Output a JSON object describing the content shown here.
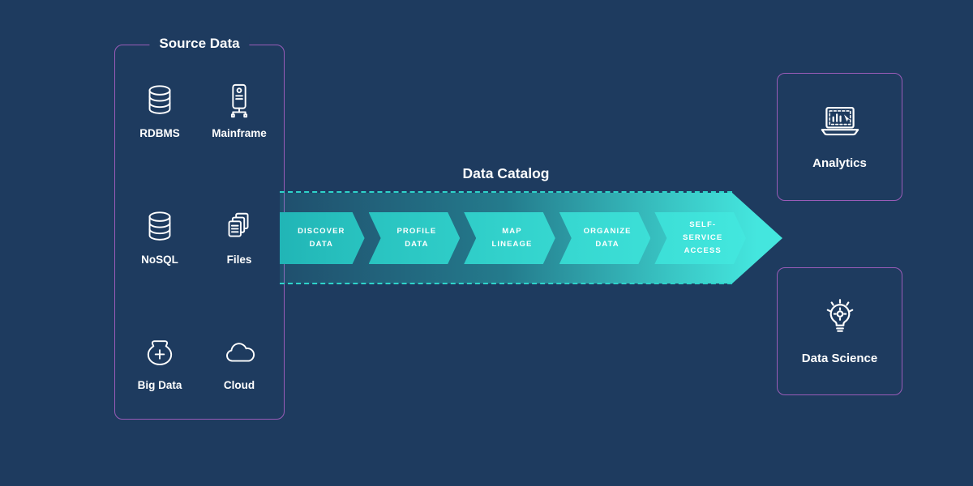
{
  "colors": {
    "background": "#1e3b5f",
    "panel_border": "#9a5cb8",
    "teal_accent": "#2ed3ca",
    "arrow_gradient_start": "#21b5b6",
    "arrow_gradient_end": "#44e6de",
    "text": "#ffffff"
  },
  "source": {
    "title": "Source Data",
    "items": [
      {
        "label": "RDBMS",
        "icon": "database-icon"
      },
      {
        "label": "Mainframe",
        "icon": "mainframe-icon"
      },
      {
        "label": "NoSQL",
        "icon": "database-icon"
      },
      {
        "label": "Files",
        "icon": "files-icon"
      },
      {
        "label": "Big Data",
        "icon": "big-data-icon"
      },
      {
        "label": "Cloud",
        "icon": "cloud-icon"
      }
    ]
  },
  "catalog": {
    "title": "Data Catalog",
    "steps": [
      {
        "line1": "DISCOVER",
        "line2": "DATA"
      },
      {
        "line1": "PROFILE",
        "line2": "DATA"
      },
      {
        "line1": "MAP",
        "line2": "LINEAGE"
      },
      {
        "line1": "ORGANIZE",
        "line2": "DATA"
      },
      {
        "line1": "SELF-SERVICE",
        "line2": "ACCESS"
      }
    ]
  },
  "outputs": [
    {
      "label": "Analytics",
      "icon": "analytics-icon"
    },
    {
      "label": "Data Science",
      "icon": "data-science-icon"
    }
  ]
}
